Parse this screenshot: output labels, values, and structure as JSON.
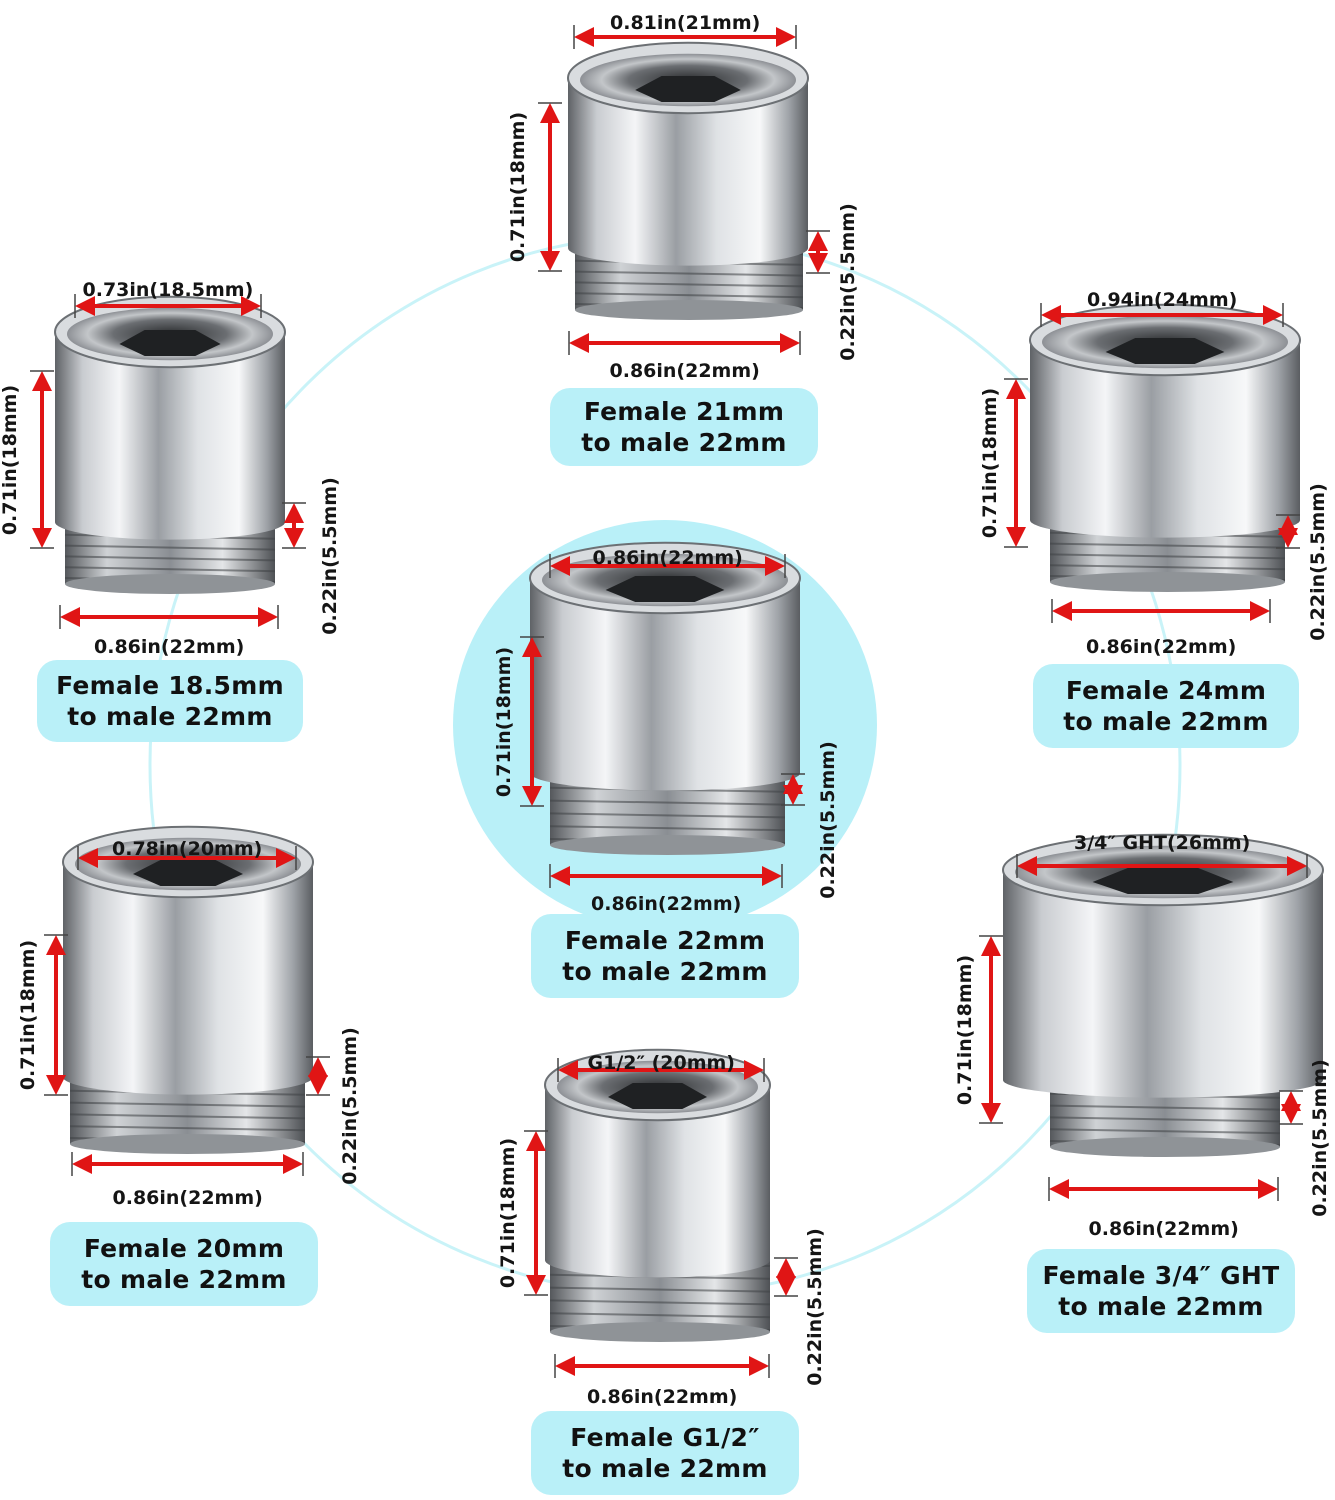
{
  "colors": {
    "accent": "#b9f0f8",
    "dimension_arrow": "#e01515",
    "ring": "#c9f3f8"
  },
  "adapters": [
    {
      "id": "a21",
      "label_line1": "Female 21mm",
      "label_line2": "to male 22mm",
      "top": "0.81in(21mm)",
      "bottom": "0.86in(22mm)",
      "height": "0.71in(18mm)",
      "thread": "0.22in(5.5mm)"
    },
    {
      "id": "a185",
      "label_line1": "Female 18.5mm",
      "label_line2": "to male 22mm",
      "top": "0.73in(18.5mm)",
      "bottom": "0.86in(22mm)",
      "height": "0.71in(18mm)",
      "thread": "0.22in(5.5mm)"
    },
    {
      "id": "a24",
      "label_line1": "Female 24mm",
      "label_line2": "to male 22mm",
      "top": "0.94in(24mm)",
      "bottom": "0.86in(22mm)",
      "height": "0.71in(18mm)",
      "thread": "0.22in(5.5mm)"
    },
    {
      "id": "a22",
      "label_line1": "Female 22mm",
      "label_line2": "to male 22mm",
      "top": "0.86in(22mm)",
      "bottom": "0.86in(22mm)",
      "height": "0.71in(18mm)",
      "thread": "0.22in(5.5mm)"
    },
    {
      "id": "a20",
      "label_line1": "Female 20mm",
      "label_line2": "to male 22mm",
      "top": "0.78in(20mm)",
      "bottom": "0.86in(22mm)",
      "height": "0.71in(18mm)",
      "thread": "0.22in(5.5mm)"
    },
    {
      "id": "ag12",
      "label_line1": "Female G1/2″",
      "label_line2": "to male 22mm",
      "top": "G1/2″ (20mm)",
      "bottom": "0.86in(22mm)",
      "height": "0.71in(18mm)",
      "thread": "0.22in(5.5mm)"
    },
    {
      "id": "aght",
      "label_line1": "Female 3/4″ GHT",
      "label_line2": "to male 22mm",
      "top": "3/4″ GHT(26mm)",
      "bottom": "0.86in(22mm)",
      "height": "0.71in(18mm)",
      "thread": "0.22in(5.5mm)"
    }
  ]
}
